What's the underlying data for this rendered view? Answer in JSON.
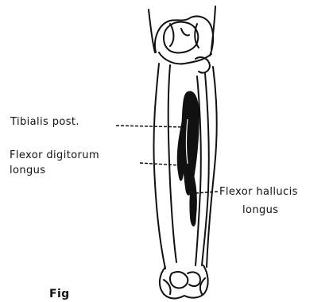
{
  "labels": {
    "tibialis_posterior": "Tibialis post.",
    "flexor_digitorum_line1": "Flexor digitorum",
    "flexor_digitorum_line2": "longus",
    "flexor_hallucis_line1": "Flexor hallucis",
    "flexor_hallucis_line2": "longus",
    "figure_caption_partial": "Fig"
  },
  "colors": {
    "ink": "#111111",
    "background": "#ffffff"
  }
}
